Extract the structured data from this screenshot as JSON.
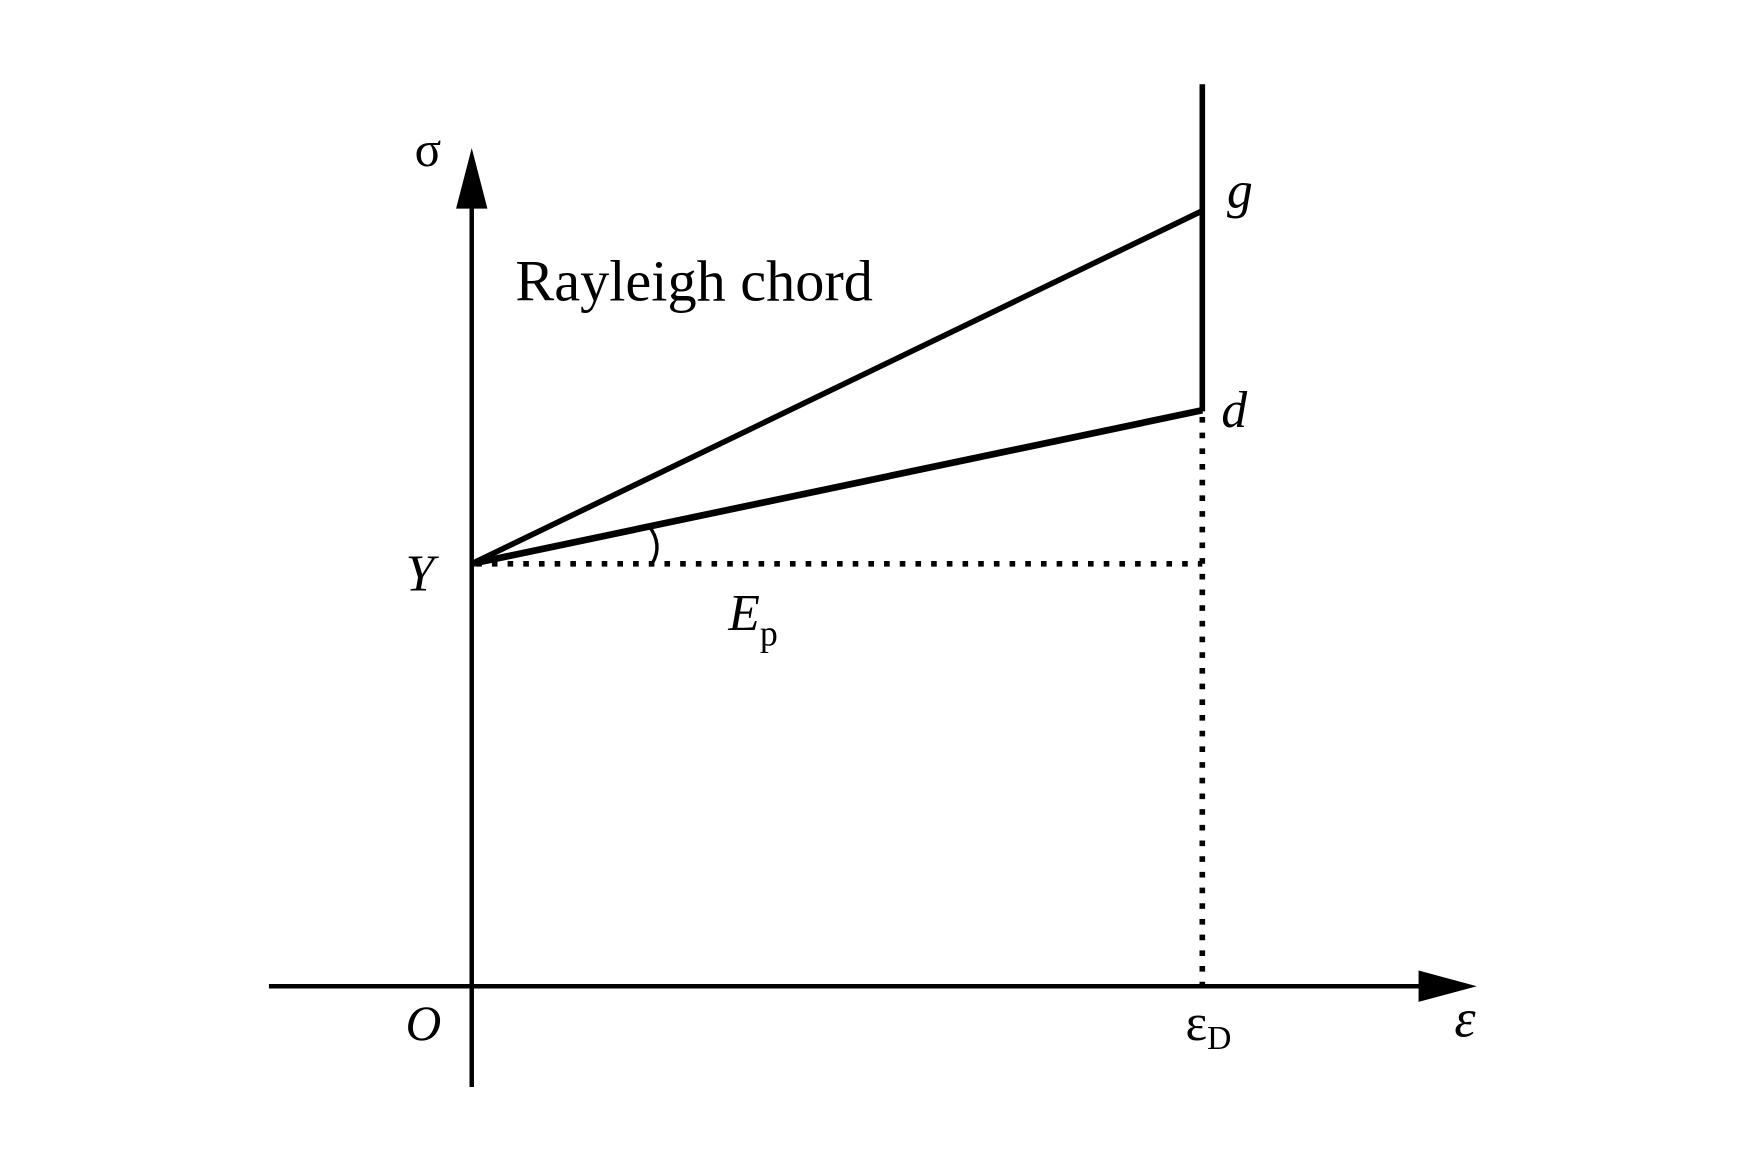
{
  "labels": {
    "sigma": "σ",
    "epsilon": "ε",
    "origin": "O",
    "yield": "Y",
    "g": "g",
    "d": "d",
    "rayleigh": "Rayleigh chord",
    "ep_main": "E",
    "ep_sub": "p",
    "eD_main": "ε",
    "eD_sub": "D"
  },
  "colors": {
    "line": "#000000",
    "background": "#ffffff"
  }
}
